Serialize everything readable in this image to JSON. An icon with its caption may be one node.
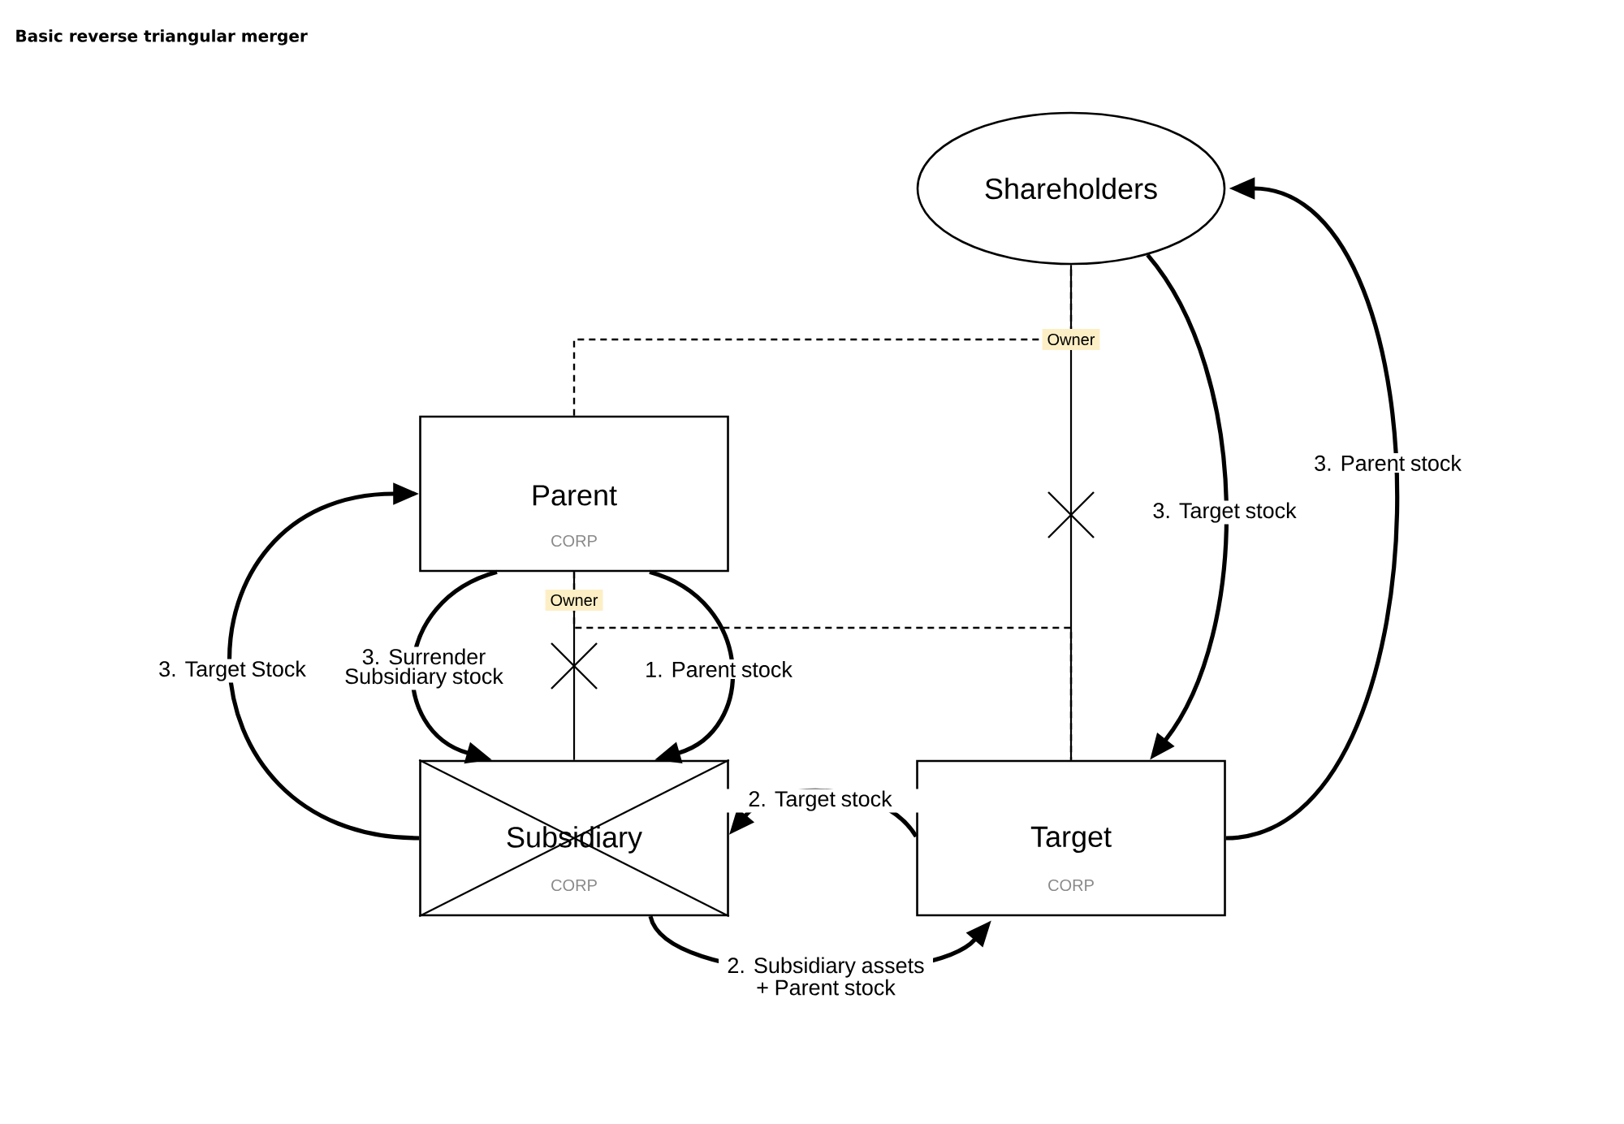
{
  "diagram": {
    "title": "Basic reverse triangular merger",
    "nodes": [
      {
        "text": [
          "Shareholders"
        ]
      },
      {
        "text": [
          "Parent",
          "CORP"
        ]
      },
      {
        "text": [
          "Subsidiary",
          "CORP"
        ]
      },
      {
        "text": [
          "Target",
          "CORP"
        ]
      }
    ],
    "edges": [
      {
        "from": 1,
        "to": 0,
        "arrow": "none",
        "style": "dashed",
        "label": "Owner"
      },
      {
        "from": 0,
        "to": 3,
        "arrow": "none"
      },
      {
        "from": 1,
        "to": 2,
        "arrow": "none",
        "label": "Owner"
      },
      {
        "from": 1,
        "to": 3,
        "arrow": "none",
        "style": "dashed"
      },
      {
        "from": 2,
        "to": 1,
        "arrow": "to",
        "label": "3. Target Stock"
      },
      {
        "from": 1,
        "to": 2,
        "arrow": "to",
        "label": "3. Surrender Subsidiary stock"
      },
      {
        "from": 1,
        "to": 2,
        "arrow": "to",
        "label": "1. Parent stock"
      },
      {
        "from": 3,
        "to": 2,
        "arrow": "to",
        "label": "2. Target stock"
      },
      {
        "from": 2,
        "to": 3,
        "arrow": "to",
        "label": "2. Subsidiary assets + Parent stock"
      },
      {
        "from": 0,
        "to": 3,
        "arrow": "to",
        "label": "3. Target stock"
      },
      {
        "from": 3,
        "to": 0,
        "arrow": "to",
        "label": "3. Parent stock"
      }
    ]
  }
}
